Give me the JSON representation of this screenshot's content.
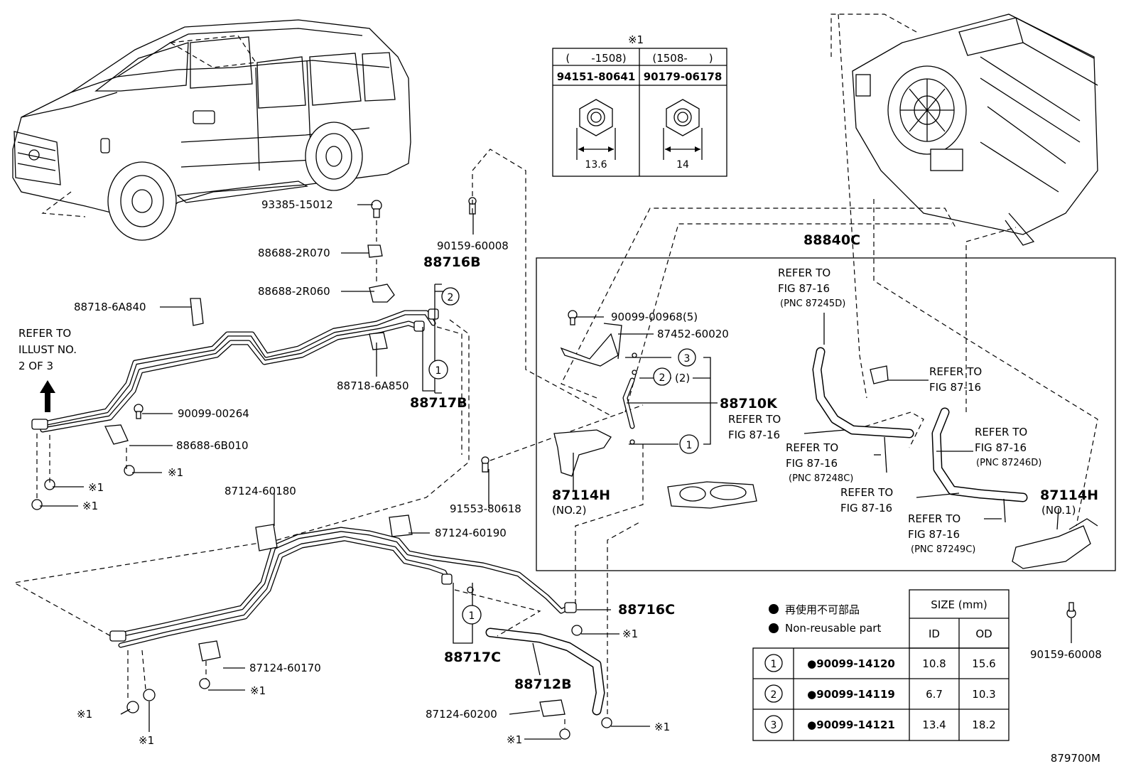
{
  "labels": {
    "p93385": "93385-15012",
    "p88688_2r070": "88688-2R070",
    "p88688_2r060": "88688-2R060",
    "p88718_6a840": "88718-6A840",
    "refer_illust": [
      "REFER TO",
      "ILLUST NO.",
      "2 OF 3"
    ],
    "p90159_top": "90159-60008",
    "p88716b": "88716B",
    "p88718_6a850": "88718-6A850",
    "p88717b": "88717B",
    "p90099_00264": "90099-00264",
    "p88688_6b010": "88688-6B010",
    "star1": "※1",
    "p87124_60180": "87124-60180",
    "p91553": "91553-80618",
    "p87124_60190": "87124-60190",
    "p88716c": "88716C",
    "p88717c": "88717C",
    "p87124_60170": "87124-60170",
    "p88712b": "88712B",
    "p87124_60200": "87124-60200",
    "p88840c": "88840C",
    "p90099_00968": "90099-00968(5)",
    "p87452": "87452-60020",
    "p88710k": "88710K",
    "qty2": "(2)",
    "p87114h_a": "87114H",
    "p87114h_a_sub": "(NO.2)",
    "p87114h_b": "87114H",
    "p87114h_b_sub": "(NO.1)",
    "p90159_right": "90159-60008",
    "figure_code": "879700M"
  },
  "refs": {
    "a": [
      "REFER TO",
      "FIG 87-16",
      "(PNC 87245D)"
    ],
    "b": [
      "REFER TO",
      "FIG 87-16"
    ],
    "c": [
      "REFER TO",
      "FIG 87-16"
    ],
    "d": [
      "REFER TO",
      "FIG 87-16",
      "(PNC 87248C)"
    ],
    "e": [
      "REFER TO",
      "FIG 87-16",
      "(PNC 87246D)"
    ],
    "f": [
      "REFER TO",
      "FIG 87-16"
    ],
    "g": [
      "REFER TO",
      "FIG 87-16",
      "(PNC 87249C)"
    ]
  },
  "nut_table": {
    "title": "※1",
    "col1_range": "(　　-1508)",
    "col2_range": "(1508-　　)",
    "col1_part": "94151-80641",
    "col2_part": "90179-06178",
    "col1_size": "13.6",
    "col2_size": "14"
  },
  "oring_table": {
    "legend_jp": "再使用不可部品",
    "legend_en": "Non-reusable part",
    "size_header": "SIZE (mm)",
    "id_header": "ID",
    "od_header": "OD",
    "rows": [
      {
        "num": "1",
        "part": "●90099-14120",
        "id": "10.8",
        "od": "15.6"
      },
      {
        "num": "2",
        "part": "●90099-14119",
        "id": "6.7",
        "od": "10.3"
      },
      {
        "num": "3",
        "part": "●90099-14121",
        "id": "13.4",
        "od": "18.2"
      }
    ]
  },
  "callouts": {
    "one": "1",
    "two": "2",
    "three": "3"
  }
}
